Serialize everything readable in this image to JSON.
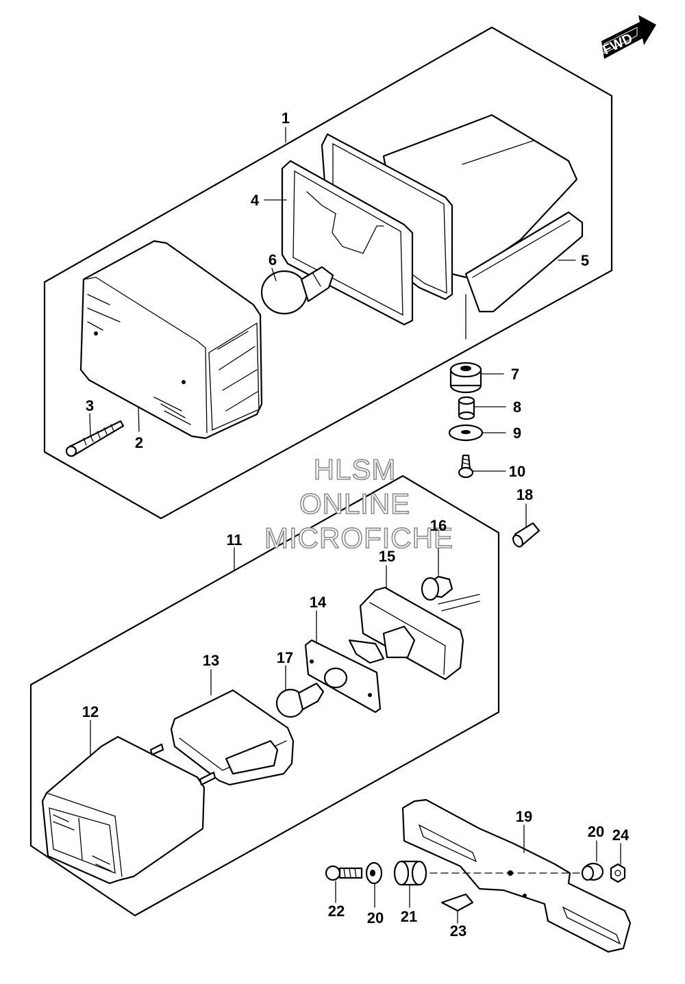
{
  "direction_badge": {
    "label": "FWD"
  },
  "watermark": {
    "line1": "HLSM",
    "line2": "ONLINE",
    "line3": "MICROFICHE"
  },
  "callouts": {
    "c1": "1",
    "c2": "2",
    "c3": "3",
    "c4": "4",
    "c5": "5",
    "c6": "6",
    "c7": "7",
    "c8": "8",
    "c9": "9",
    "c10": "10",
    "c11": "11",
    "c12": "12",
    "c13": "13",
    "c14": "14",
    "c15": "15",
    "c16": "16",
    "c17": "17",
    "c18": "18",
    "c19": "19",
    "c20a": "20",
    "c20b": "20",
    "c21": "21",
    "c22": "22",
    "c23": "23",
    "c24": "24"
  }
}
